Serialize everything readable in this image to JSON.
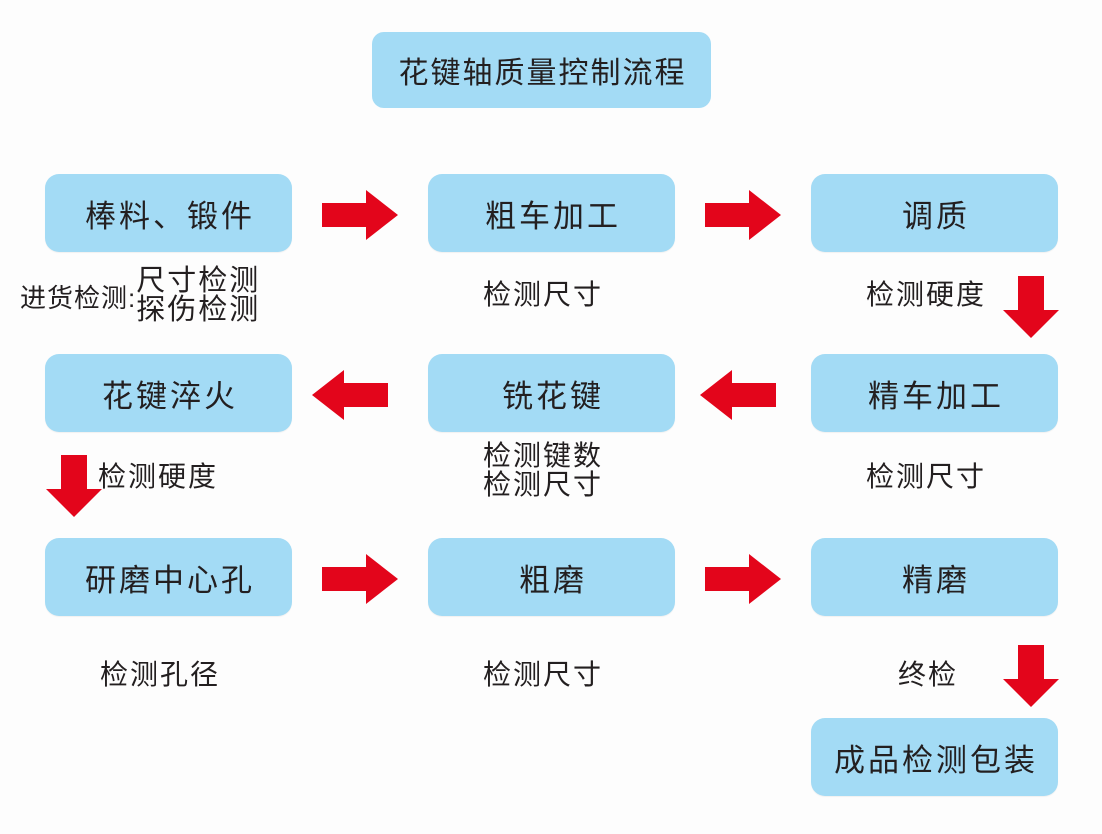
{
  "diagram": {
    "title": "花键轴质量控制流程",
    "colors": {
      "node_fill": "#a3dbf5",
      "arrow_red": "#e3051b",
      "text": "#231f20",
      "background": "#fdfdfd"
    },
    "rows": [
      {
        "row_id": "row-1",
        "direction": "left-to-right",
        "nodes": [
          {
            "label": "棒料、锻件"
          },
          {
            "label": "粗车加工"
          },
          {
            "label": "调质"
          }
        ],
        "captions": [
          {
            "lead": "进货检测:",
            "lines": [
              "尺寸检测",
              "探伤检测"
            ]
          },
          {
            "lines": [
              "检测尺寸"
            ]
          },
          {
            "lines": [
              "检测硬度"
            ]
          }
        ]
      },
      {
        "row_id": "row-2",
        "direction": "right-to-left",
        "nodes": [
          {
            "label": "花键淬火"
          },
          {
            "label": "铣花键"
          },
          {
            "label": "精车加工"
          }
        ],
        "captions": [
          {
            "lines": [
              "检测硬度"
            ]
          },
          {
            "lines": [
              "检测键数",
              "检测尺寸"
            ]
          },
          {
            "lines": [
              "检测尺寸"
            ]
          }
        ]
      },
      {
        "row_id": "row-3",
        "direction": "left-to-right",
        "nodes": [
          {
            "label": "研磨中心孔"
          },
          {
            "label": "粗磨"
          },
          {
            "label": "精磨"
          }
        ],
        "captions": [
          {
            "lines": [
              "检测孔径"
            ]
          },
          {
            "lines": [
              "检测尺寸"
            ]
          },
          {
            "lines": [
              "终检"
            ]
          }
        ]
      },
      {
        "row_id": "row-4",
        "direction": "none",
        "nodes": [
          {
            "label": "成品检测包装"
          }
        ],
        "captions": []
      }
    ],
    "arrows": [
      {
        "id": "arrow-r1-c1-c2",
        "icon": "arrow-right-icon",
        "direction": "right"
      },
      {
        "id": "arrow-r1-c2-c3",
        "icon": "arrow-right-icon",
        "direction": "right"
      },
      {
        "id": "arrow-r1-c3-down",
        "icon": "arrow-down-icon",
        "direction": "down"
      },
      {
        "id": "arrow-r2-c3-c2",
        "icon": "arrow-left-icon",
        "direction": "left"
      },
      {
        "id": "arrow-r2-c2-c1",
        "icon": "arrow-left-icon",
        "direction": "left"
      },
      {
        "id": "arrow-r2-c1-down",
        "icon": "arrow-down-icon",
        "direction": "down"
      },
      {
        "id": "arrow-r3-c1-c2",
        "icon": "arrow-right-icon",
        "direction": "right"
      },
      {
        "id": "arrow-r3-c2-c3",
        "icon": "arrow-right-icon",
        "direction": "right"
      },
      {
        "id": "arrow-r3-c3-down",
        "icon": "arrow-down-icon",
        "direction": "down"
      }
    ]
  }
}
